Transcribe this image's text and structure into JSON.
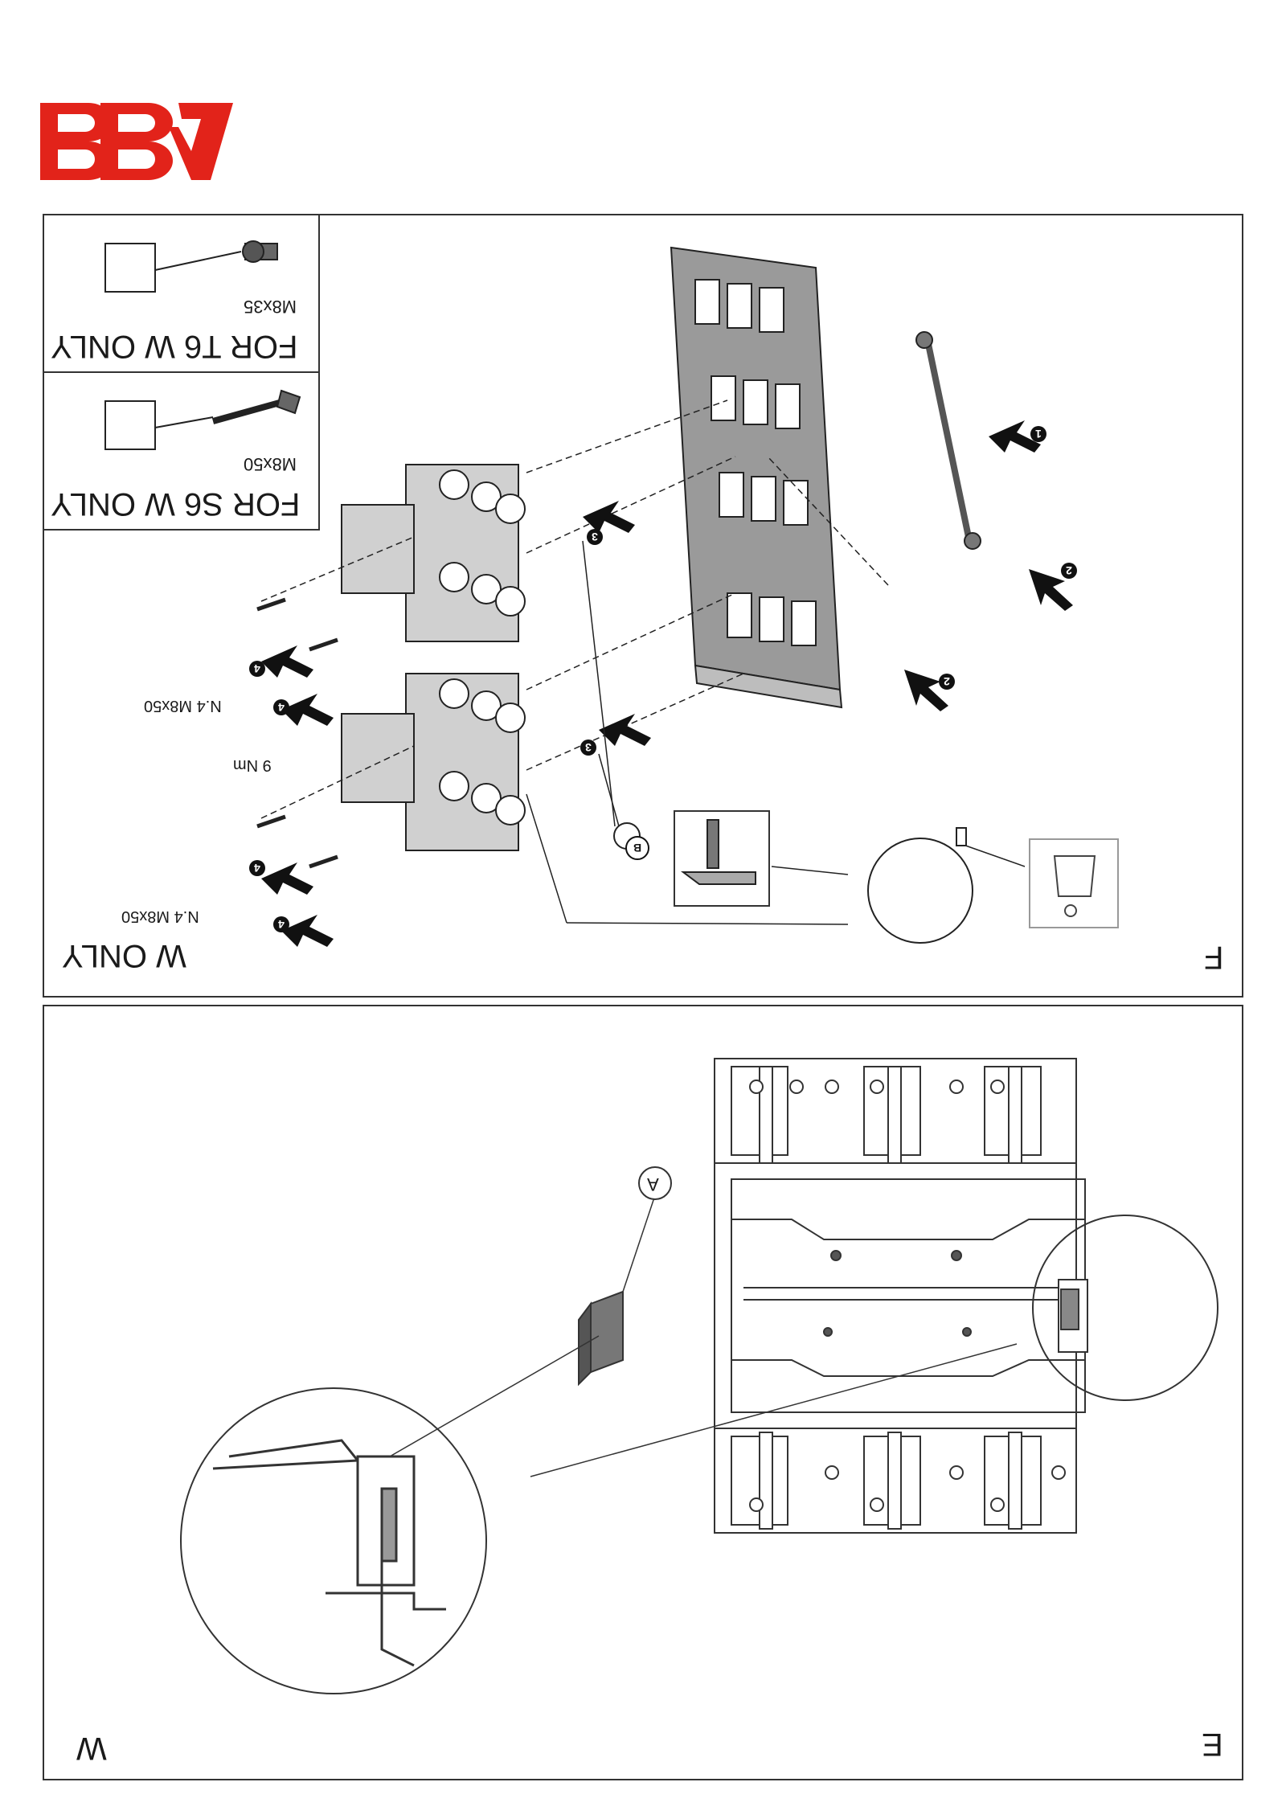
{
  "brand": {
    "logo_text": "ABB",
    "color": "#e2231a"
  },
  "top_panel": {
    "section_letter": "F",
    "variant_label": "W ONLY",
    "inset_s6": {
      "title": "FOR S6 W ONLY",
      "screw": "M8x50"
    },
    "inset_t6": {
      "title": "FOR T6 W ONLY",
      "screw": "M8x35"
    },
    "screw_labels": [
      "N.4 M8x50",
      "N.4 M8x50"
    ],
    "torque_label": "9 Nm",
    "callouts": [
      "1",
      "2",
      "2",
      "3",
      "3",
      "4",
      "4",
      "4",
      "4",
      "B"
    ]
  },
  "bottom_panel": {
    "section_letter": "E",
    "variant_label": "W",
    "callouts": [
      "A"
    ]
  }
}
